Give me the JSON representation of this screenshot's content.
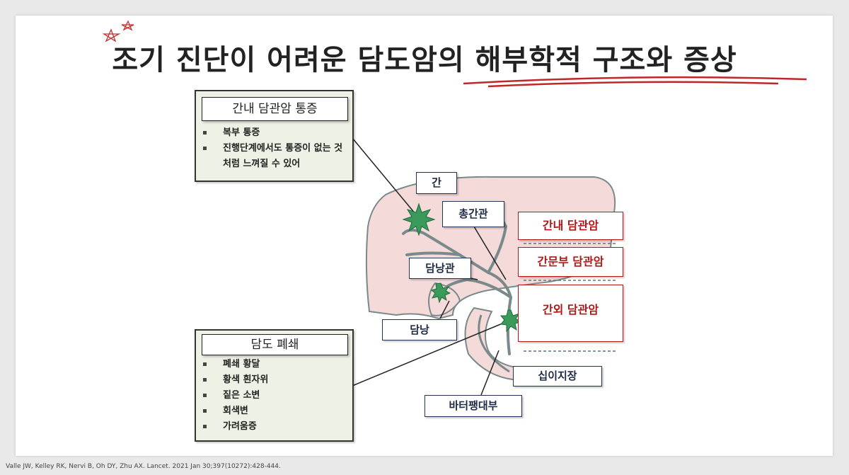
{
  "title": "조기 진단이 어려운 담도암의 해부학적 구조와 증상",
  "symptom_boxes": [
    {
      "heading": "간내 담관암 통증",
      "items": [
        "복부 통증",
        "진행단계에서도 통증이 없는 것처럼 느껴질 수 있어"
      ]
    },
    {
      "heading": "담도 폐쇄",
      "items": [
        "폐쇄 황달",
        "황색 흰자위",
        "짙은 소변",
        "회색변",
        "가려움증"
      ]
    }
  ],
  "anatomy_labels": {
    "liver": "간",
    "common_hepatic_duct": "총간관",
    "cystic_duct": "담낭관",
    "gallbladder": "담낭",
    "duodenum": "십이지장",
    "ampulla_of_vater": "바터팽대부"
  },
  "cancer_types": [
    "간내 담관암",
    "간문부 담관암",
    "간외 담관암"
  ],
  "citation": "Valle JW, Kelley RK, Nervi B, Oh DY, Zhu AX. Lancet. 2021 Jan 30;397(10272):428-444.",
  "colors": {
    "accent_red": "#b01818",
    "liver_fill": "#f5dada",
    "tumor": "#3a9a5a",
    "box_bg": "#eef2e6"
  }
}
